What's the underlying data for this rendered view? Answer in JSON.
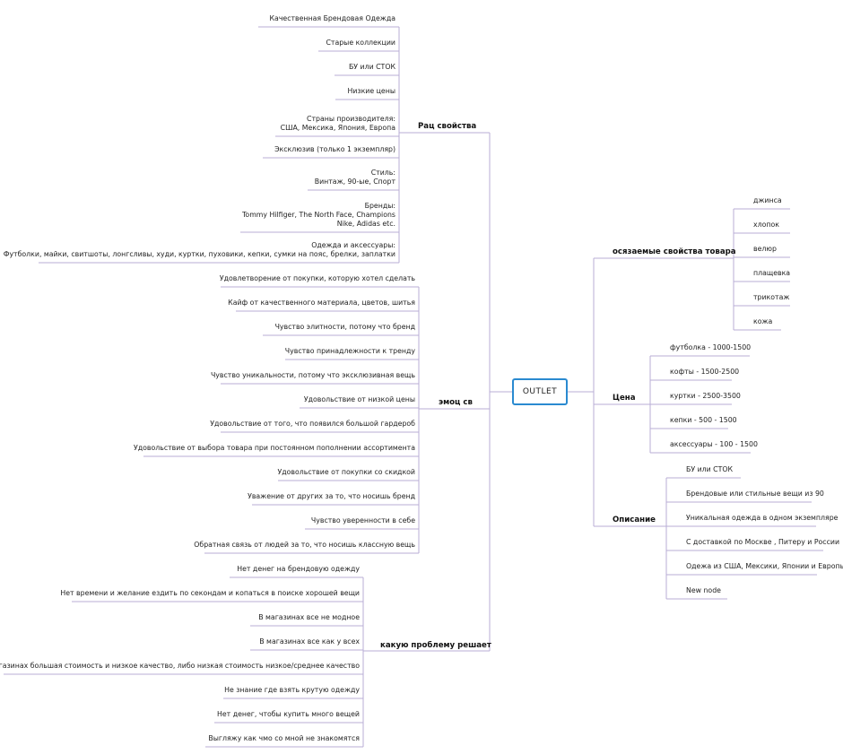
{
  "root": "OUTLET",
  "line_color": "#b8aed6",
  "root_border_color": "#2a8ad0",
  "branches": {
    "rational": {
      "label": "Рац свойства",
      "items": [
        [
          "Качественная Брендовая Одежда"
        ],
        [
          "Старые коллекции"
        ],
        [
          "БУ или СТОК"
        ],
        [
          "Низкие цены"
        ],
        [
          "Страны производителя:",
          "США, Мексика, Япония, Европа"
        ],
        [
          "Эксклюзив (только 1 экземпляр)"
        ],
        [
          "Стиль:",
          "Винтаж, 90-ые, Спорт"
        ],
        [
          "Бренды:",
          "Tommy Hilfiger, The North Face, Champions",
          "Nike, Adidas etc."
        ],
        [
          "Одежда и аксессуары:",
          "Футболки, майки, свитшоты, лонгсливы, худи, куртки, пуховики, кепки, сумки на пояс, брелки, заплатки"
        ]
      ]
    },
    "emotional": {
      "label": "эмоц св",
      "items": [
        [
          "Удовлетворение от покупки, которую хотел сделать"
        ],
        [
          "Кайф от качественного материала, цветов, шитья"
        ],
        [
          "Чувство элитности, потому что бренд"
        ],
        [
          "Чувство принадлежности к тренду"
        ],
        [
          "Чувство уникальности, потому что эксклюзивная вещь"
        ],
        [
          "Удовольствие от низкой цены"
        ],
        [
          "Удовольствие от того, что появился большой гардероб"
        ],
        [
          "Удовольствие от выбора товара при постоянном пополнении ассортимента"
        ],
        [
          "Удовольствие от покупки со скидкой"
        ],
        [
          "Уважение от других за то, что носишь бренд"
        ],
        [
          "Чувство уверенности в себе"
        ],
        [
          "Обратная связь от людей за то, что носишь классную вещь"
        ]
      ]
    },
    "problems": {
      "label": "какую проблему решает",
      "items": [
        [
          "Нет денег на брендовую одежду"
        ],
        [
          "Нет времени и желание ездить по секондам и копаться в поиске хорошей вещи"
        ],
        [
          "В магазинах все не модное"
        ],
        [
          "В магазинах все как у всех"
        ],
        [
          "В магазинах большая стоимость и низкое качество, либо низкая стоимость низкое/среднее качество"
        ],
        [
          "Не знание где взять крутую одежду"
        ],
        [
          "Нет денег, чтобы купить много вещей"
        ],
        [
          "Выгляжу как чмо со мной не знакомятся"
        ]
      ]
    },
    "tangible": {
      "label": "осязаемые свойства товара",
      "items": [
        [
          "джинса"
        ],
        [
          "хлопок"
        ],
        [
          "велюр"
        ],
        [
          "плащевка"
        ],
        [
          "трикотаж"
        ],
        [
          "кожа"
        ]
      ]
    },
    "price": {
      "label": "Цена",
      "items": [
        [
          "футболка - 1000-1500"
        ],
        [
          "кофты - 1500-2500"
        ],
        [
          "куртки - 2500-3500"
        ],
        [
          "кепки - 500 - 1500"
        ],
        [
          "аксессуары - 100 - 1500"
        ]
      ]
    },
    "description": {
      "label": "Описание",
      "items": [
        [
          "БУ или СТОК"
        ],
        [
          "Брендовые или стильные вещи из 90"
        ],
        [
          "Уникальная одежда в одном экземпляре"
        ],
        [
          "С доставкой по Москве , Питеру и России"
        ],
        [
          "Одежа из США, Мексики, Японии и Европы"
        ],
        [
          "New node"
        ]
      ]
    }
  }
}
